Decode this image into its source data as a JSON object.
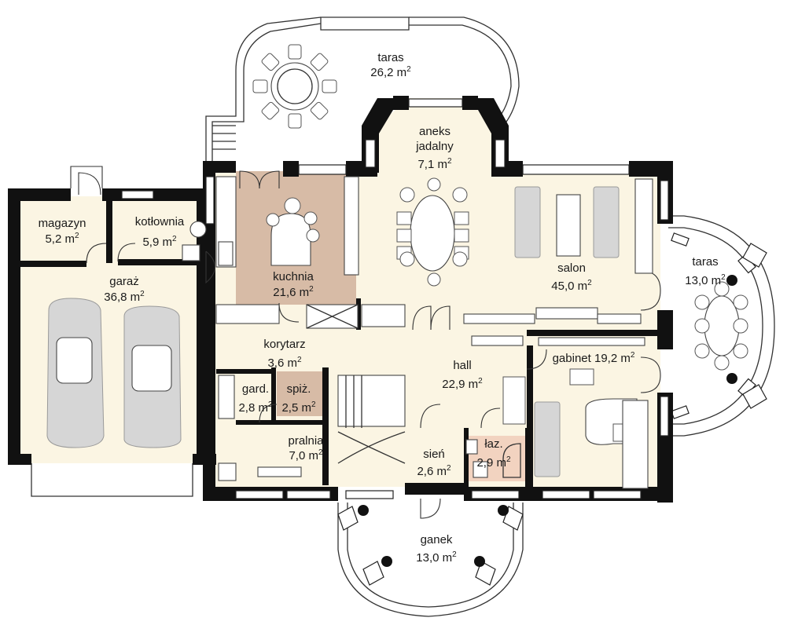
{
  "colors": {
    "floor": "#fbf5e3",
    "kitchen": "#d7bba6",
    "bathroom": "#f2d3c0",
    "pantry": "#d7bba6",
    "wall": "#111111",
    "furniture": "#d6d6d6"
  },
  "rooms": [
    {
      "id": "taras-top",
      "name": "taras",
      "area": "26,2 m",
      "sup": "2"
    },
    {
      "id": "aneks",
      "name": "aneks",
      "name2": "jadalny",
      "area": "7,1 m",
      "sup": "2"
    },
    {
      "id": "magazyn",
      "name": "magazyn",
      "area": "5,2 m",
      "sup": "2"
    },
    {
      "id": "kotlownia",
      "name": "kotłownia",
      "area": "5,9 m",
      "sup": "2"
    },
    {
      "id": "garaz",
      "name": "garaż",
      "area": "36,8 m",
      "sup": "2"
    },
    {
      "id": "kuchnia",
      "name": "kuchnia",
      "area": "21,6 m",
      "sup": "2"
    },
    {
      "id": "salon",
      "name": "salon",
      "area": "45,0 m",
      "sup": "2"
    },
    {
      "id": "taras-right",
      "name": "taras",
      "area": "13,0 m",
      "sup": "2"
    },
    {
      "id": "korytarz",
      "name": "korytarz",
      "area": "3,6 m",
      "sup": "2"
    },
    {
      "id": "hall",
      "name": "hall",
      "area": "22,9 m",
      "sup": "2"
    },
    {
      "id": "gabinet",
      "name": "gabinet 19,2 m",
      "sup": "2"
    },
    {
      "id": "gard",
      "name": "gard.",
      "area": "2,8 m",
      "sup": "2"
    },
    {
      "id": "spiz",
      "name": "spiż.",
      "area": "2,5 m",
      "sup": "2"
    },
    {
      "id": "pralnia",
      "name": "pralnia",
      "area": "7,0 m",
      "sup": "2"
    },
    {
      "id": "sien",
      "name": "sień",
      "area": "2,6 m",
      "sup": "2"
    },
    {
      "id": "laz",
      "name": "łaz.",
      "area": "2,9 m",
      "sup": "2"
    },
    {
      "id": "ganek",
      "name": "ganek",
      "area": "13,0 m",
      "sup": "2"
    }
  ]
}
